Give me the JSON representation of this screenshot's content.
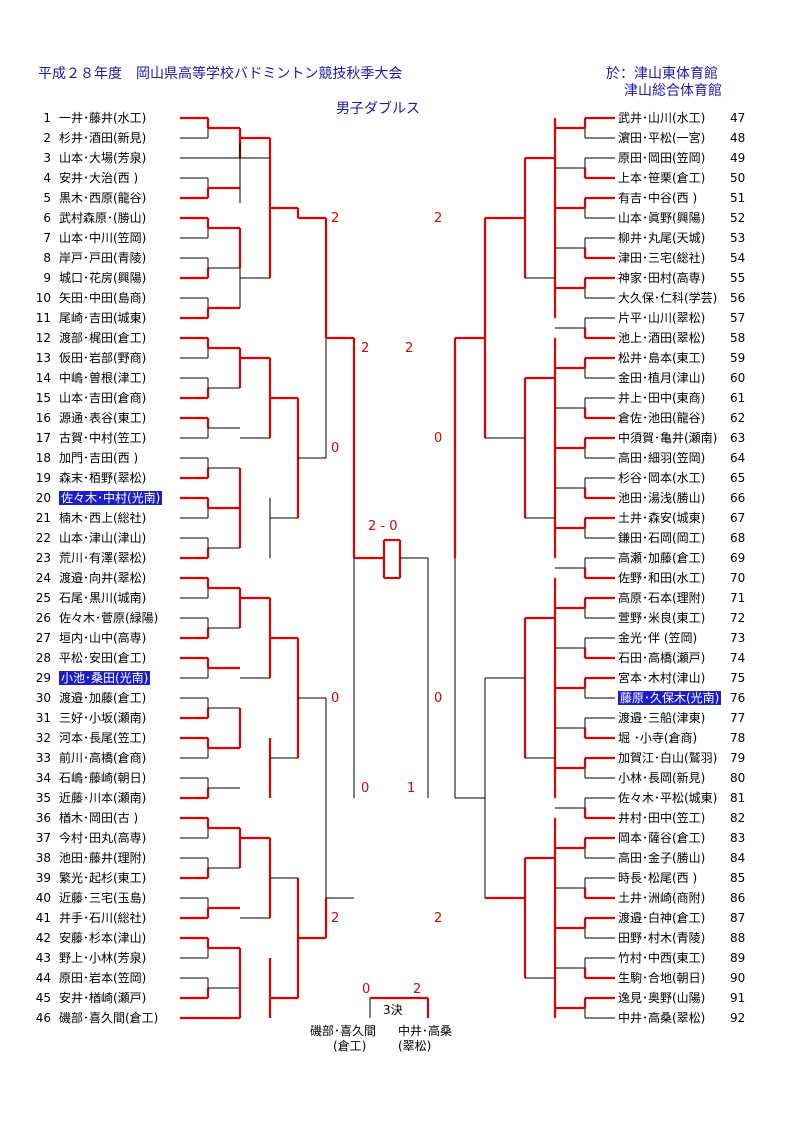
{
  "header": {
    "title": "平成２８年度　岡山県高等学校バドミントン競技秋季大会",
    "venue_line1": "於：津山東体育館",
    "venue_line2": "津山総合体育館",
    "event": "男子ダブルス"
  },
  "left_entries": [
    {
      "num": "1",
      "name": "一井･藤井(水工)"
    },
    {
      "num": "2",
      "name": "杉井･酒田(新見)"
    },
    {
      "num": "3",
      "name": "山本･大場(芳泉)"
    },
    {
      "num": "4",
      "name": "安井･大治(西  )"
    },
    {
      "num": "5",
      "name": "黒木･西原(龍谷)"
    },
    {
      "num": "6",
      "name": "武村森原･(勝山)"
    },
    {
      "num": "7",
      "name": "山本･中川(笠岡)"
    },
    {
      "num": "8",
      "name": "岸戸･戸田(青陵)"
    },
    {
      "num": "9",
      "name": "城口･花房(興陽)"
    },
    {
      "num": "10",
      "name": "矢田･中田(島商)"
    },
    {
      "num": "11",
      "name": "尾崎･吉田(城東)"
    },
    {
      "num": "12",
      "name": "渡部･梶田(倉工)"
    },
    {
      "num": "13",
      "name": "仮田･岩部(野商)"
    },
    {
      "num": "14",
      "name": "中嶋･曽根(津工)"
    },
    {
      "num": "15",
      "name": "山本･吉田(倉商)"
    },
    {
      "num": "16",
      "name": "源通･表谷(東工)"
    },
    {
      "num": "17",
      "name": "古賀･中村(笠工)"
    },
    {
      "num": "18",
      "name": "加門･吉田(西  )"
    },
    {
      "num": "19",
      "name": "森末･栢野(翠松)"
    },
    {
      "num": "20",
      "name": "佐々木･中村(光南)",
      "hl": true
    },
    {
      "num": "21",
      "name": "楠木･西上(総社)"
    },
    {
      "num": "22",
      "name": "山本･津山(津山)"
    },
    {
      "num": "23",
      "name": "荒川･有澤(翠松)"
    },
    {
      "num": "24",
      "name": "渡邉･向井(翠松)"
    },
    {
      "num": "25",
      "name": "石尾･黒川(城南)"
    },
    {
      "num": "26",
      "name": "佐々木･菅原(緑陽)"
    },
    {
      "num": "27",
      "name": "垣内･山中(高専)"
    },
    {
      "num": "28",
      "name": "平松･安田(倉工)"
    },
    {
      "num": "29",
      "name": "小池･桑田(光南)",
      "hl": true
    },
    {
      "num": "30",
      "name": "渡邉･加藤(倉工)"
    },
    {
      "num": "31",
      "name": "三好･小坂(瀬南)"
    },
    {
      "num": "32",
      "name": "河本･長尾(笠工)"
    },
    {
      "num": "33",
      "name": "前川･高橋(倉商)"
    },
    {
      "num": "34",
      "name": "石嶋･藤崎(朝日)"
    },
    {
      "num": "35",
      "name": "近藤･川本(瀬南)"
    },
    {
      "num": "36",
      "name": "楢木･岡田(古  )"
    },
    {
      "num": "37",
      "name": "今村･田丸(高専)"
    },
    {
      "num": "38",
      "name": "池田･藤井(理附)"
    },
    {
      "num": "39",
      "name": "繁光･起杉(東工)"
    },
    {
      "num": "40",
      "name": "近藤･三宅(玉島)"
    },
    {
      "num": "41",
      "name": "井手･石川(総社)"
    },
    {
      "num": "42",
      "name": "安藤･杉本(津山)"
    },
    {
      "num": "43",
      "name": "野上･小林(芳泉)"
    },
    {
      "num": "44",
      "name": "原田･岩本(笠岡)"
    },
    {
      "num": "45",
      "name": "安井･楢崎(瀬戸)"
    },
    {
      "num": "46",
      "name": "磯部･喜久間(倉工)"
    }
  ],
  "right_entries": [
    {
      "num": "47",
      "name": "武井･山川(水工)"
    },
    {
      "num": "48",
      "name": "濵田･平松(一宮)"
    },
    {
      "num": "49",
      "name": "原田･岡田(笠岡)"
    },
    {
      "num": "50",
      "name": "上本･笹栗(倉工)"
    },
    {
      "num": "51",
      "name": "有吉･中谷(西  )"
    },
    {
      "num": "52",
      "name": "山本･眞野(興陽)"
    },
    {
      "num": "53",
      "name": "柳井･丸尾(天城)"
    },
    {
      "num": "54",
      "name": "津田･三宅(総社)"
    },
    {
      "num": "55",
      "name": "神家･田村(高専)"
    },
    {
      "num": "56",
      "name": "大久保･仁科(学芸)"
    },
    {
      "num": "57",
      "name": "片平･山川(翠松)"
    },
    {
      "num": "58",
      "name": "池上･酒田(翠松)"
    },
    {
      "num": "59",
      "name": "松井･島本(東工)"
    },
    {
      "num": "60",
      "name": "金田･植月(津山)"
    },
    {
      "num": "61",
      "name": "井上･田中(東商)"
    },
    {
      "num": "62",
      "name": "倉佐･池田(龍谷)"
    },
    {
      "num": "63",
      "name": "中須賀･亀井(瀬南)"
    },
    {
      "num": "64",
      "name": "高田･細羽(笠岡)"
    },
    {
      "num": "65",
      "name": "杉谷･岡本(水工)"
    },
    {
      "num": "66",
      "name": "池田･湯浅(勝山)"
    },
    {
      "num": "67",
      "name": "土井･森安(城東)"
    },
    {
      "num": "68",
      "name": "鎌田･石岡(岡工)"
    },
    {
      "num": "69",
      "name": "高瀬･加藤(倉工)"
    },
    {
      "num": "70",
      "name": "佐野･和田(水工)"
    },
    {
      "num": "71",
      "name": "高原･石本(理附)"
    },
    {
      "num": "72",
      "name": "萱野･米良(東工)"
    },
    {
      "num": "73",
      "name": "金光･伴  (笠岡)"
    },
    {
      "num": "74",
      "name": "石田･高橋(瀬戸)"
    },
    {
      "num": "75",
      "name": "宮本･木村(津山)"
    },
    {
      "num": "76",
      "name": "藤原･久保木(光南)",
      "hl": true
    },
    {
      "num": "77",
      "name": "渡邉･三船(津東)"
    },
    {
      "num": "78",
      "name": "堀  ･小寺(倉商)"
    },
    {
      "num": "79",
      "name": "加賀江･白山(鷲羽)"
    },
    {
      "num": "80",
      "name": "小林･長岡(新見)"
    },
    {
      "num": "81",
      "name": "佐々木･平松(城東)"
    },
    {
      "num": "82",
      "name": "井村･田中(笠工)"
    },
    {
      "num": "83",
      "name": "岡本･薩谷(倉工)"
    },
    {
      "num": "84",
      "name": "高田･金子(勝山)"
    },
    {
      "num": "85",
      "name": "時長･松尾(西  )"
    },
    {
      "num": "86",
      "name": "土井･洲崎(商附)"
    },
    {
      "num": "87",
      "name": "渡邉･白神(倉工)"
    },
    {
      "num": "88",
      "name": "田野･村木(青陵)"
    },
    {
      "num": "89",
      "name": "竹村･中西(東工)"
    },
    {
      "num": "90",
      "name": "生駒･合地(朝日)"
    },
    {
      "num": "91",
      "name": "逸見･奥野(山陽)"
    },
    {
      "num": "92",
      "name": "中井･高桑(翠松)"
    }
  ],
  "scores": {
    "l_q1": "2",
    "l_q2": "0",
    "l_q3": "0",
    "l_q4": "2",
    "r_q1": "2",
    "r_q2": "0",
    "r_q3": "0",
    "r_q4": "2",
    "l_s1": "2",
    "r_s1": "2",
    "l_s2": "0",
    "r_s2": "1",
    "final": "2 - 0",
    "third_left": "0",
    "third_right": "2"
  },
  "third_place": {
    "label": "3決",
    "left_name": "磯部･喜久間",
    "left_school": "(倉工)",
    "right_name": "中井･高桑",
    "right_school": "(翠松)"
  },
  "colors": {
    "winner_line": "#e00000",
    "loser_line": "#000000",
    "title": "#1a1aa8",
    "highlight_bg": "#1e1ec8"
  }
}
